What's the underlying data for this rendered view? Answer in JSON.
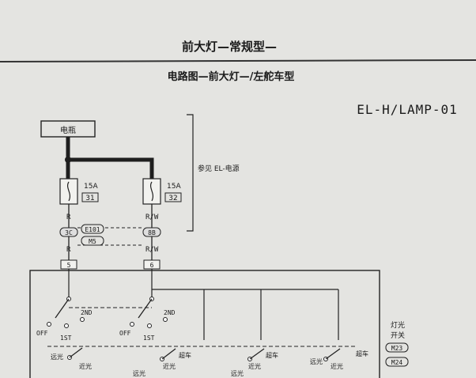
{
  "header": {
    "title": "前大灯—常规型—",
    "subtitle": "电路图—前大灯—/左舵车型",
    "code": "EL-H/LAMP-01"
  },
  "battery": {
    "label": "电瓶"
  },
  "reference": {
    "label": "参见 EL-电源"
  },
  "fuses": [
    {
      "rating": "15A",
      "number": "31"
    },
    {
      "rating": "15A",
      "number": "32"
    }
  ],
  "wires": {
    "left_upper": "R",
    "right_upper": "R/W",
    "left_lower": "R",
    "right_lower": "R/W"
  },
  "connectors": {
    "left_top": "3C",
    "right_top": "8B",
    "mid_1": "E101",
    "mid_2": "M5",
    "left_bottom": "5",
    "right_bottom": "6"
  },
  "switch_positions": {
    "off": "OFF",
    "first": "1ST",
    "second": "2ND",
    "low_beam": "近光",
    "high_beam": "远光",
    "flash": "超车"
  },
  "light_switch": {
    "label_line1": "灯光",
    "label_line2": "开关",
    "connector_1": "M23",
    "connector_2": "M24"
  }
}
